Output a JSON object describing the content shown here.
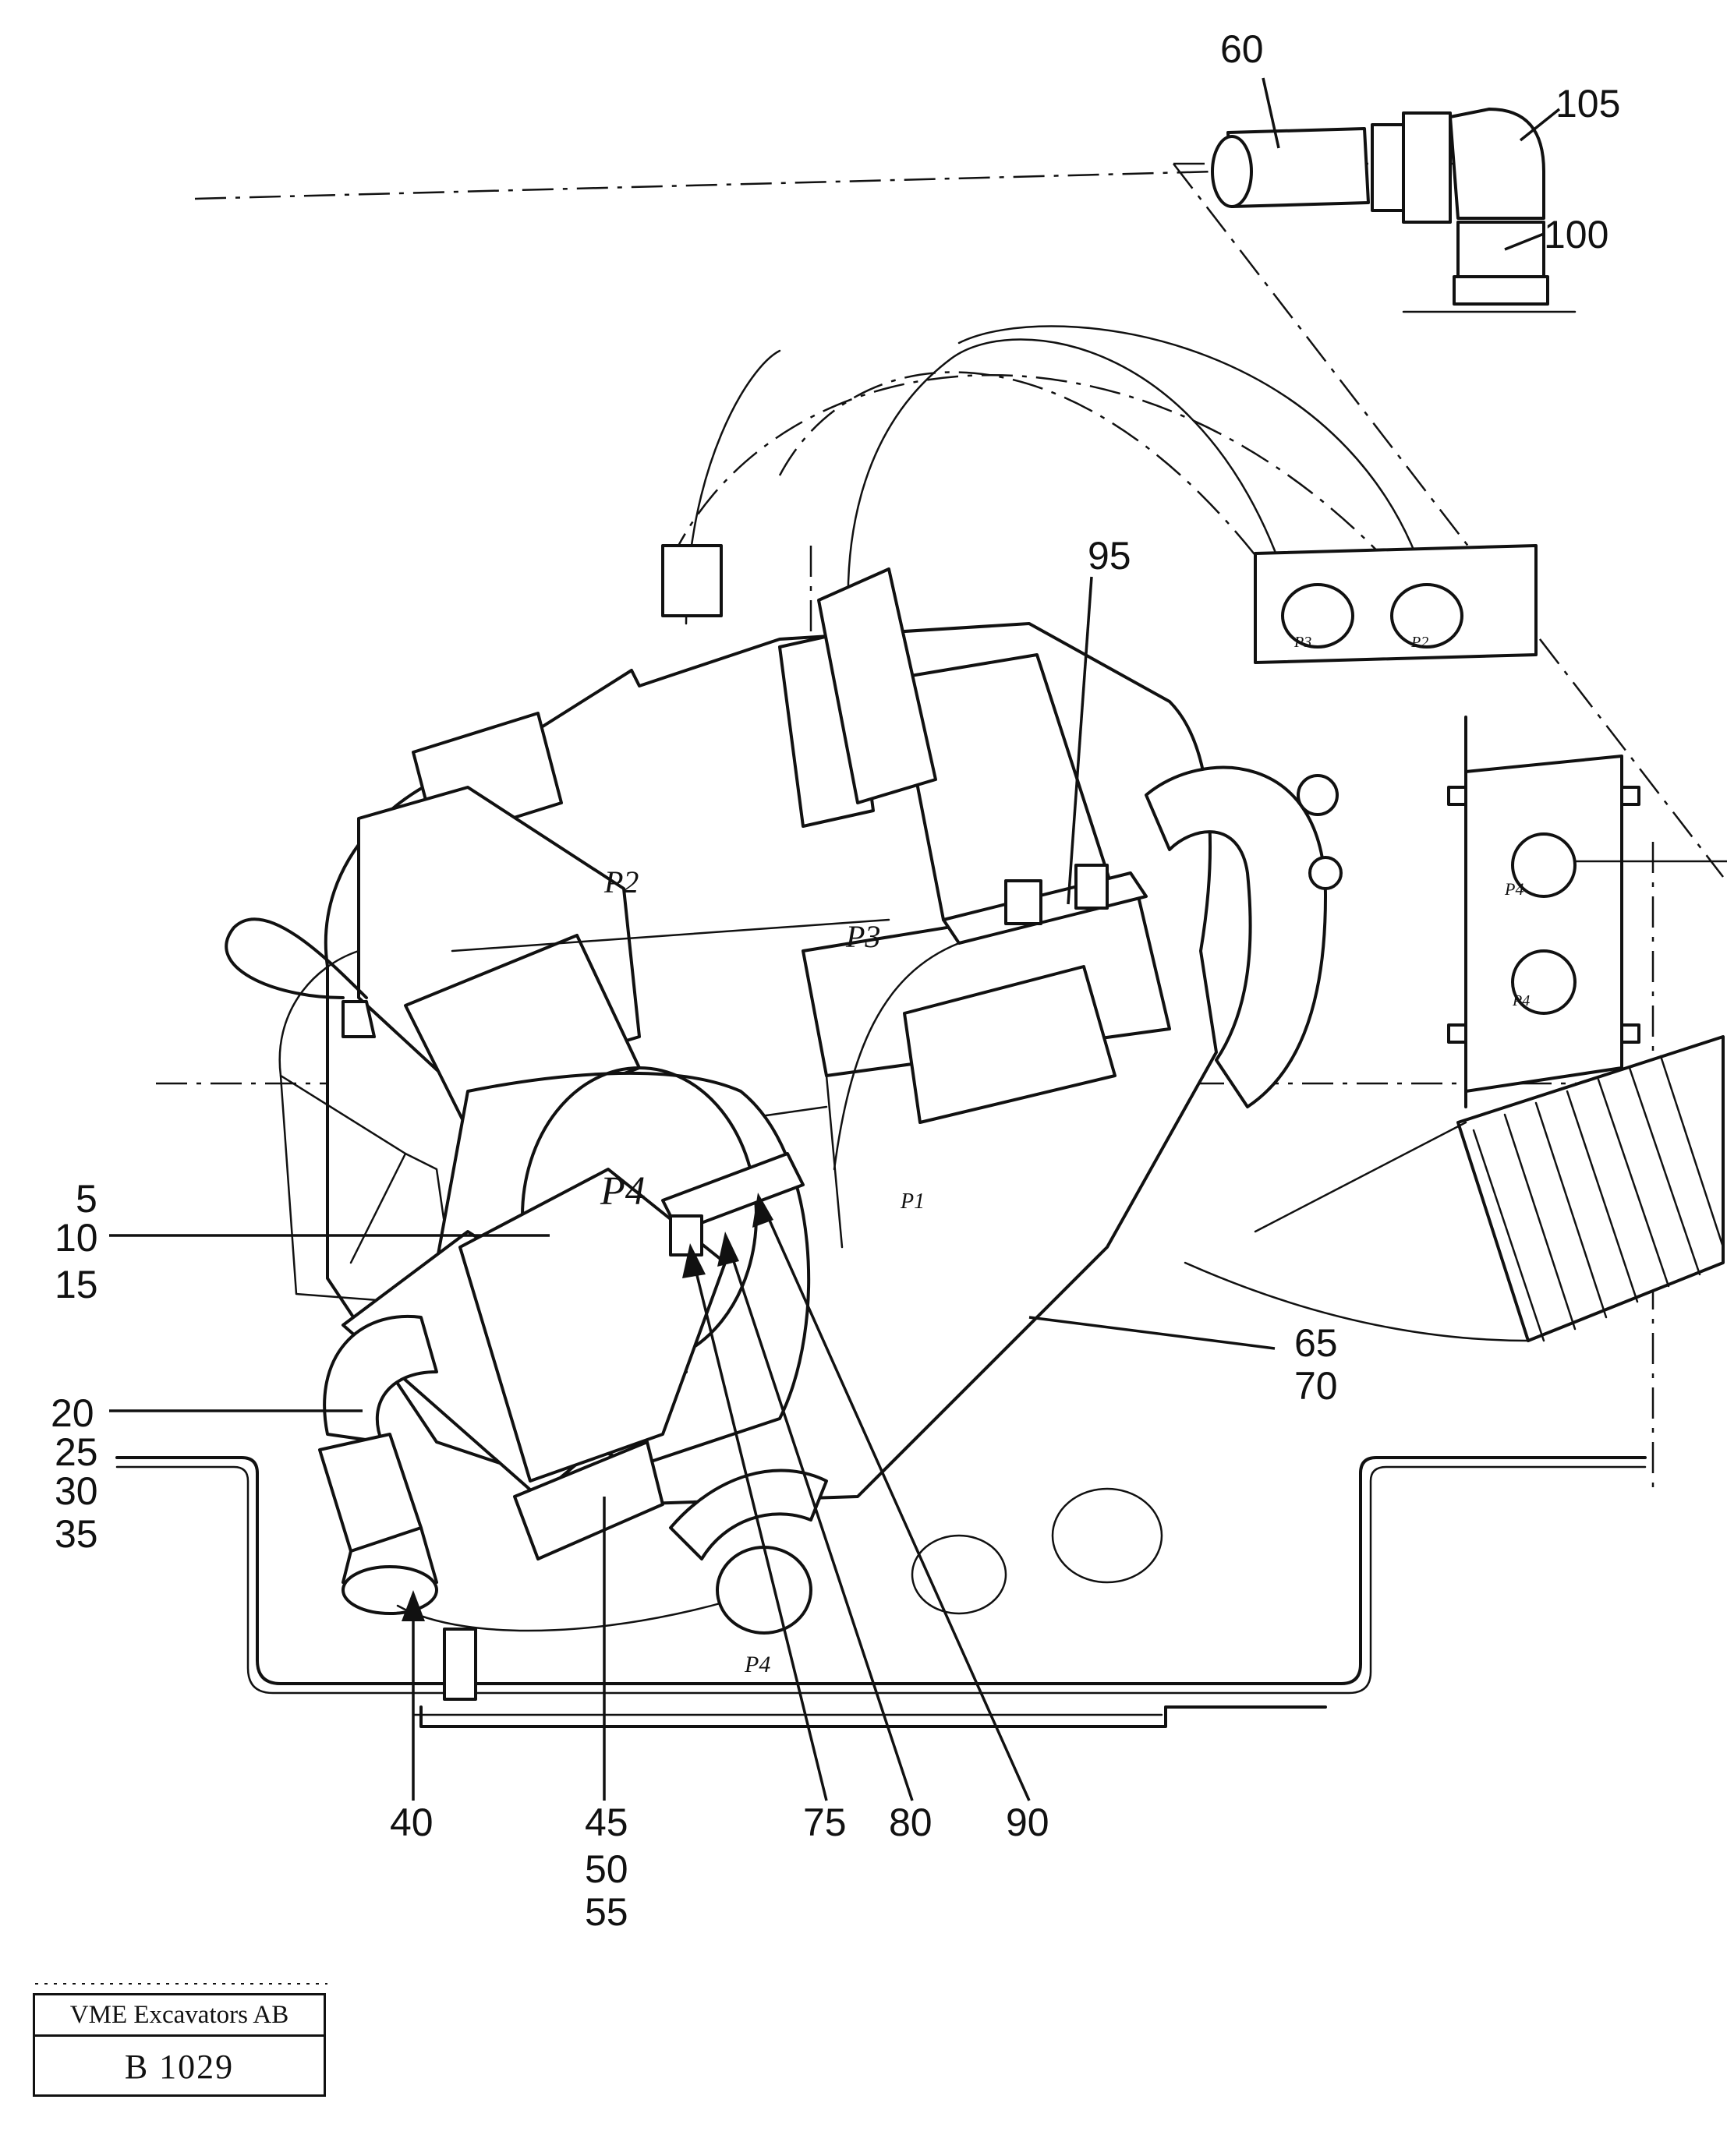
{
  "diagram": {
    "part_numbers": [
      "60",
      "105",
      "100",
      "95",
      "5",
      "10",
      "15",
      "20",
      "25",
      "30",
      "35",
      "65",
      "70",
      "40",
      "45",
      "50",
      "55",
      "75",
      "80",
      "90"
    ],
    "port_labels": [
      "P2",
      "P3",
      "P4",
      "P1",
      "P4",
      "P4",
      "P3",
      "P2",
      "P4"
    ]
  },
  "title_block": {
    "company": "VME Excavators AB",
    "drawing_number": "B 1029"
  }
}
